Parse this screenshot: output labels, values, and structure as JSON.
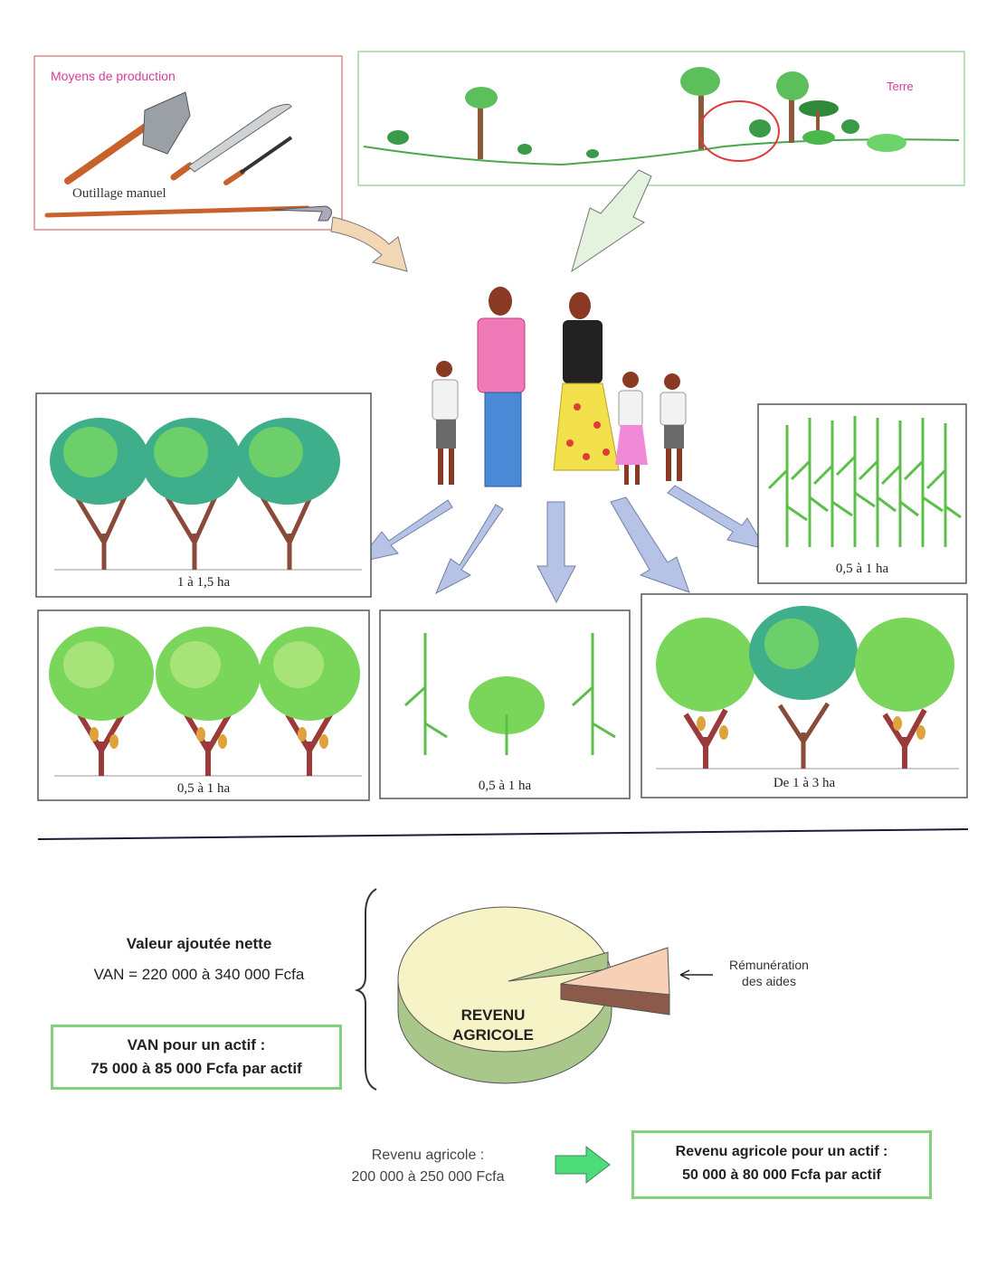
{
  "production": {
    "title": "Moyens de production",
    "tools_label": "Outillage manuel"
  },
  "land": {
    "title": "Terre"
  },
  "plots": [
    {
      "area": "1 à 1,5 ha",
      "crop_icon": "palm-tree-icon"
    },
    {
      "area": "0,5 à 1 ha",
      "crop_icon": "maize-field-icon"
    },
    {
      "area": "0,5 à 1 ha",
      "crop_icon": "cocoa-tree-icon"
    },
    {
      "area": "0,5 à 1 ha",
      "crop_icon": "maize-cassava-icon"
    },
    {
      "area": "De 1 à 3 ha",
      "crop_icon": "mixed-cocoa-palm-icon"
    }
  ],
  "van": {
    "heading": "Valeur ajoutée nette",
    "range": "VAN = 220 000 à 340 000 Fcfa",
    "per_worker_title": "VAN pour un actif :",
    "per_worker_value": "75 000 à 85 000 Fcfa par actif"
  },
  "pie": {
    "main_label_1": "REVENU",
    "main_label_2": "AGRICOLE",
    "slice_label_1": "Rémunération",
    "slice_label_2": "des aides"
  },
  "income": {
    "label": "Revenu agricole :",
    "range": "200 000 à 250 000 Fcfa",
    "per_worker_title": "Revenu agricole pour un actif :",
    "per_worker_value": "50 000 à 80 000 Fcfa par actif"
  },
  "colors": {
    "production_border": "#e08a8a",
    "land_border": "#9ed89e",
    "green_box_border": "#7fd07f",
    "arrow_blue": "#b6c3e6",
    "arrow_peach": "#f3d6b4",
    "arrow_green": "#e4f3de",
    "pie_yellow": "#f6f3c6",
    "pie_green": "#a9c78b",
    "slice_peach": "#f6d1b5",
    "slice_brown": "#8b5a4a",
    "title_magenta": "#d63b9a",
    "income_arrow": "#4ddc7a"
  }
}
